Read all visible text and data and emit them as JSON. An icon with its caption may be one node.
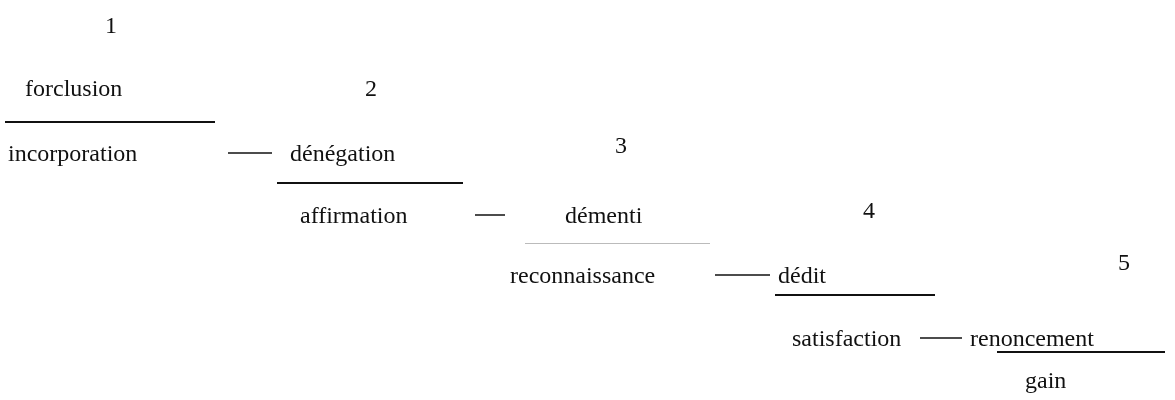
{
  "diagram": {
    "nodes": [
      {
        "text": [
          "forclusion",
          "incorporation"
        ],
        "beside": [
          "1"
        ]
      },
      {
        "text": [
          "dénégation",
          "affirmation"
        ],
        "beside": [
          "2"
        ]
      },
      {
        "text": [
          "démenti",
          "reconnaissance"
        ],
        "beside": [
          "3"
        ]
      },
      {
        "text": [
          "dédit",
          "satisfaction"
        ],
        "beside": [
          "4"
        ]
      },
      {
        "text": [
          "renoncement",
          "gain"
        ],
        "beside": [
          "5"
        ]
      }
    ],
    "edges": [
      {
        "from": 0,
        "to": 1,
        "arrow": "none"
      },
      {
        "from": 1,
        "to": 2,
        "arrow": "none"
      },
      {
        "from": 2,
        "to": 3,
        "arrow": "none"
      },
      {
        "from": 3,
        "to": 4,
        "arrow": "none"
      }
    ]
  }
}
